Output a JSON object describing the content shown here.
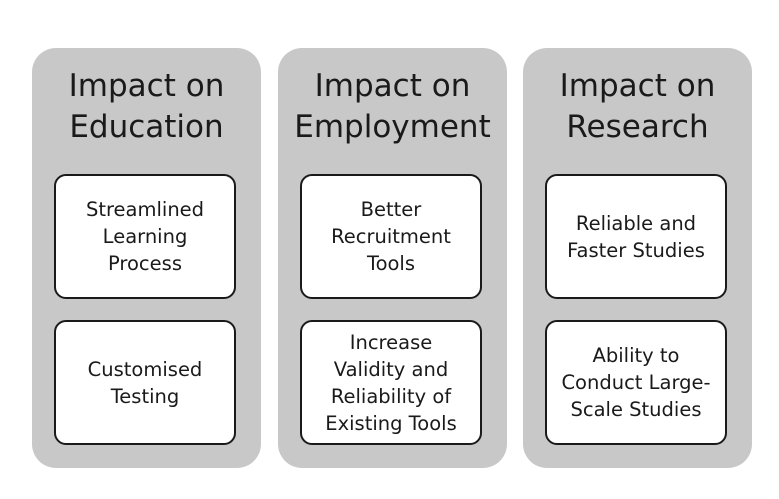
{
  "columns": [
    {
      "title": "Impact on\nEducation",
      "cards": [
        "Streamlined\nLearning\nProcess",
        "Customised\nTesting"
      ]
    },
    {
      "title": "Impact on\nEmployment",
      "cards": [
        "Better\nRecruitment\nTools",
        "Increase\nValidity and\nReliability of\nExisting Tools"
      ]
    },
    {
      "title": "Impact on\nResearch",
      "cards": [
        "Reliable and\nFaster Studies",
        "Ability to\nConduct Large-\nScale Studies"
      ]
    }
  ],
  "colors": {
    "column_bg": "#c8c8c8",
    "card_bg": "#ffffff",
    "border": "#1a1a1a",
    "text": "#1a1a1a"
  }
}
